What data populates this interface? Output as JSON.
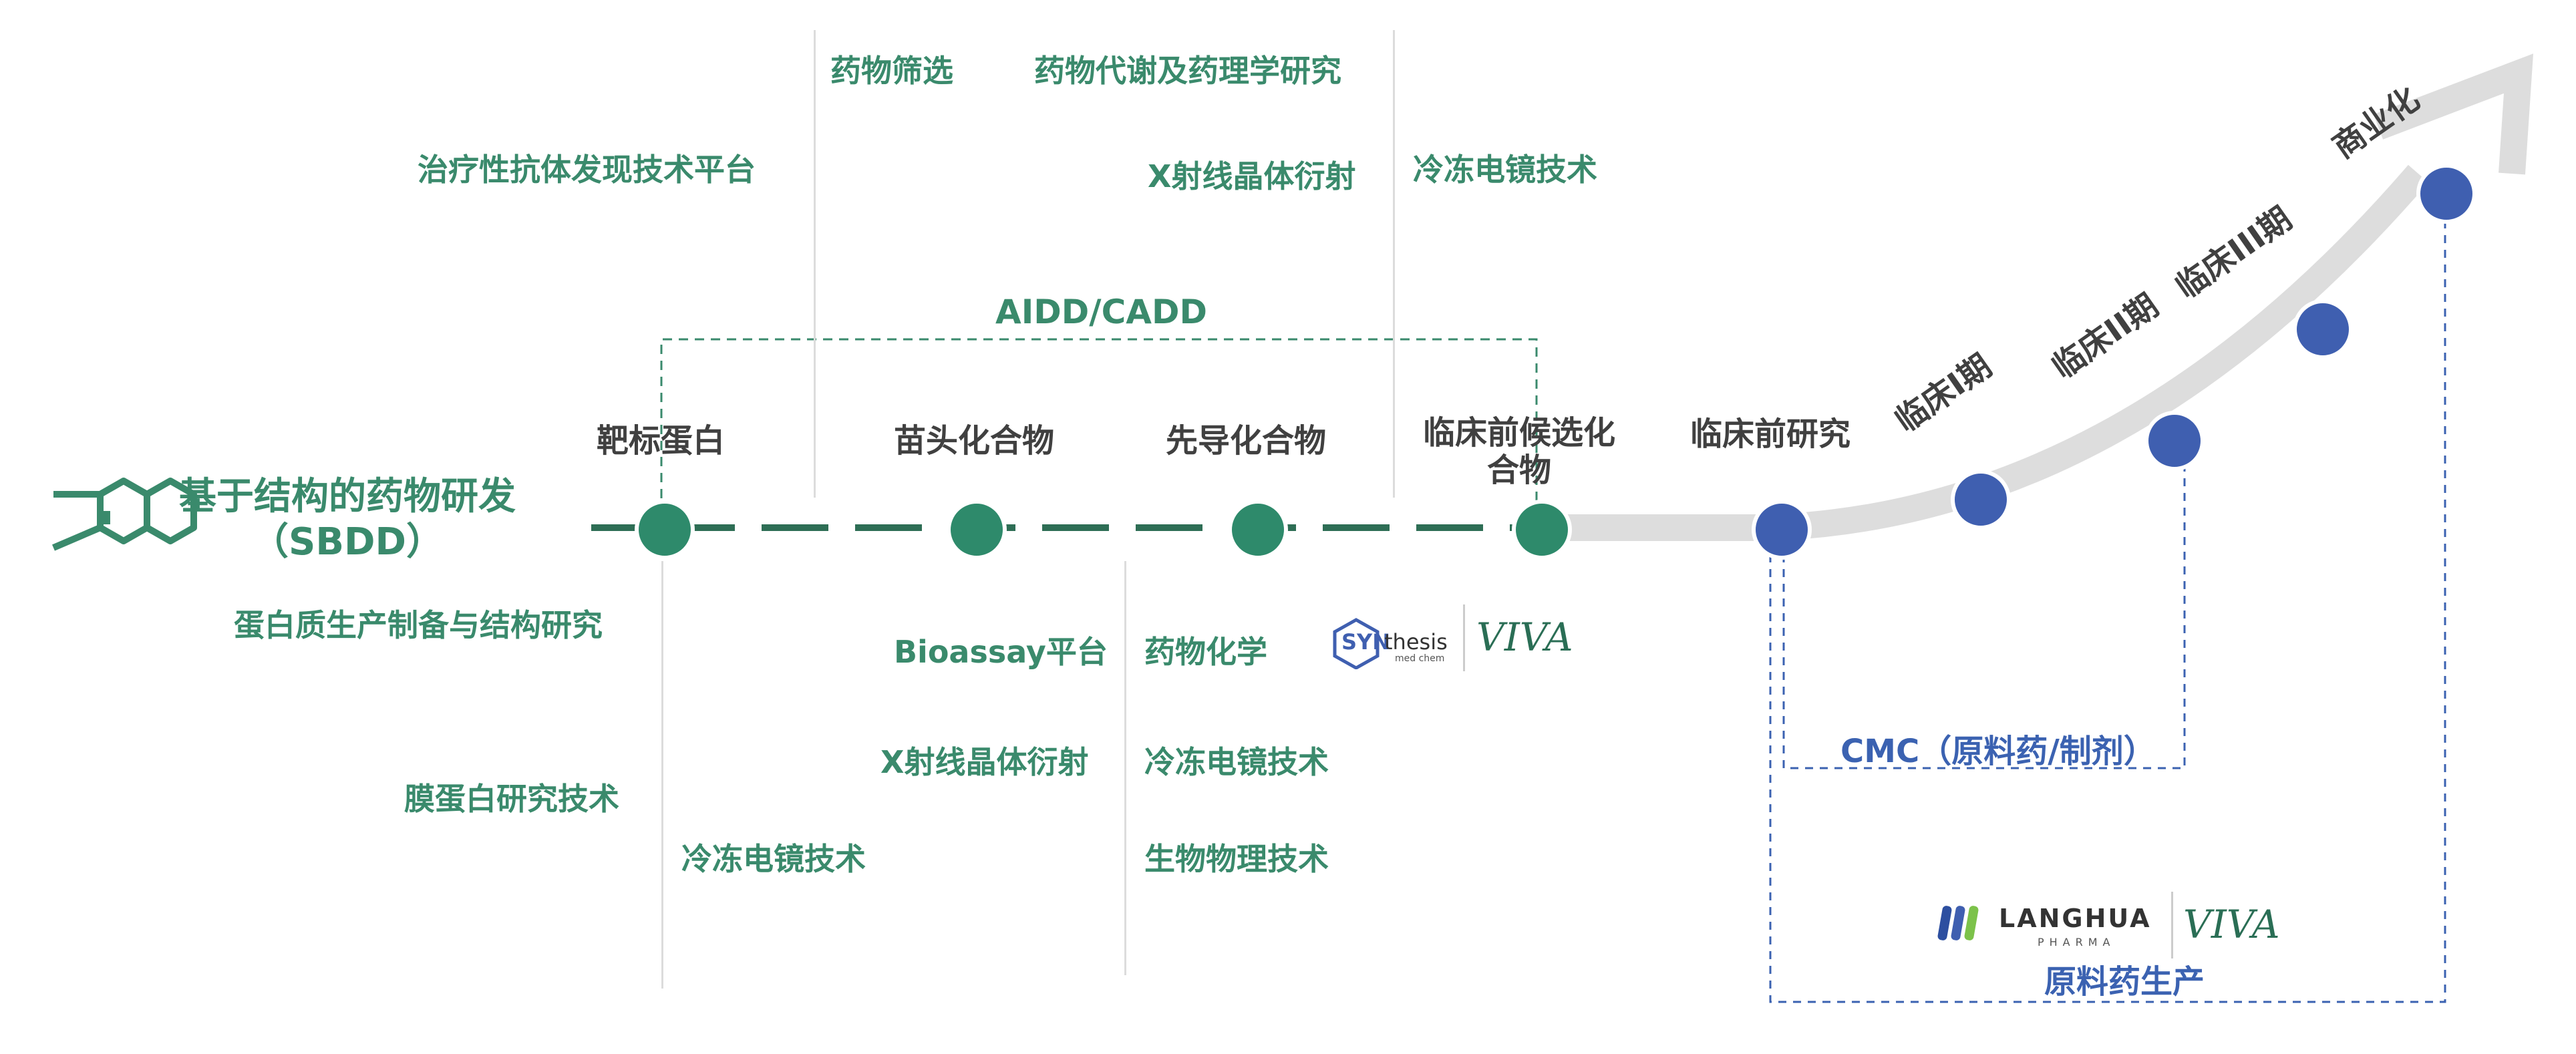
{
  "title": {
    "line1": "基于结构的药物研发",
    "line2": "（SBDD）"
  },
  "stages": {
    "target_protein": "靶标蛋白",
    "hit_compound": "苗头化合物",
    "lead_compound": "先导化合物",
    "preclinical_candidate_line1": "临床前候选化",
    "preclinical_candidate_line2": "合物",
    "preclinical_research": "临床前研究",
    "clinical_1": "临床I期",
    "clinical_2": "临床II期",
    "clinical_3": "临床III期",
    "commercial": "商业化"
  },
  "aidd_label": "AIDD/CADD",
  "upper_techs": {
    "antibody_platform": "治疗性抗体发现技术平台",
    "drug_screening": "药物筛选",
    "dmpk": "药物代谢及药理学研究",
    "xray_top": "X射线晶体衍射",
    "cryo_em_top": "冷冻电镜技术"
  },
  "lower_techs": {
    "protein_production": "蛋白质生产制备与结构研究",
    "membrane_protein": "膜蛋白研究技术",
    "cryo_em_left": "冷冻电镜技术",
    "bioassay": "Bioassay平台",
    "xray_mid": "X射线晶体衍射",
    "medchem": "药物化学",
    "cryo_em_right": "冷冻电镜技术",
    "biophysics": "生物物理技术"
  },
  "cmc_label": "CMC（原料药/制剂）",
  "api_label": "原料药生产",
  "logos": {
    "synthesis_syn": "SYN",
    "synthesis_thesis": "thesis",
    "synthesis_sub": "med chem",
    "viva_1": "VIVA",
    "langhua": "LANGHUA",
    "langhua_sub": "PHARMA",
    "viva_2": "VIVA"
  },
  "colors": {
    "green": "#3a8a6c",
    "node_green": "#2e8a6b",
    "node_blue": "#3f5fb0",
    "text_dark": "#404040",
    "blue_text": "#3b62b1",
    "grey_track": "#dddddd"
  }
}
